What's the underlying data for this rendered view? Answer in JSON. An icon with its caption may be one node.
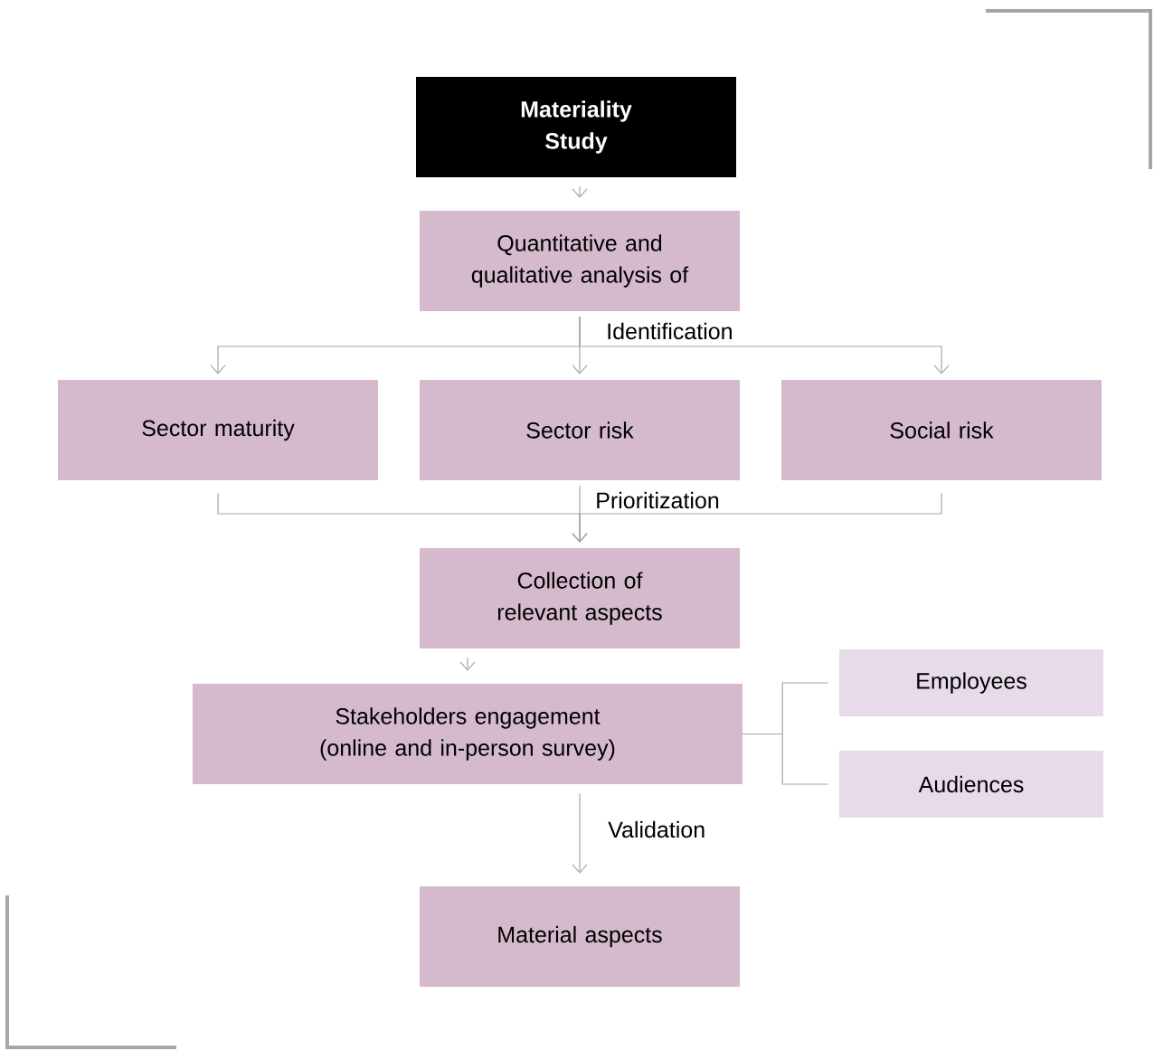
{
  "diagram": {
    "nodes": [
      {
        "text": [
          "Materiality Study"
        ]
      },
      {
        "text": [
          "Quantitative and qualitative analysis of"
        ]
      },
      {
        "text": [
          "Sector maturity"
        ]
      },
      {
        "text": [
          "Sector risk"
        ]
      },
      {
        "text": [
          "Social risk"
        ]
      },
      {
        "text": [
          "Collection of relevant aspects"
        ]
      },
      {
        "text": [
          "Stakeholders engagement (online and in-person survey)"
        ]
      },
      {
        "text": [
          "Employees"
        ]
      },
      {
        "text": [
          "Audiences"
        ]
      },
      {
        "text": [
          "Material aspects"
        ]
      }
    ],
    "edges": [
      {
        "from": 0,
        "to": 1,
        "arrow": "to"
      },
      {
        "from": 1,
        "to": 2,
        "arrow": "to"
      },
      {
        "from": 1,
        "to": 3,
        "arrow": "to",
        "label": "Identification"
      },
      {
        "from": 1,
        "to": 4,
        "arrow": "to"
      },
      {
        "from": 2,
        "to": 5,
        "arrow": "to"
      },
      {
        "from": 3,
        "to": 5,
        "arrow": "to",
        "label": "Prioritization"
      },
      {
        "from": 4,
        "to": 5,
        "arrow": "to"
      },
      {
        "from": 5,
        "to": 6,
        "arrow": "to"
      },
      {
        "from": 6,
        "to": 7,
        "arrow": "none"
      },
      {
        "from": 6,
        "to": 8,
        "arrow": "none"
      },
      {
        "from": 6,
        "to": 9,
        "arrow": "to",
        "label": "Validation"
      }
    ]
  }
}
